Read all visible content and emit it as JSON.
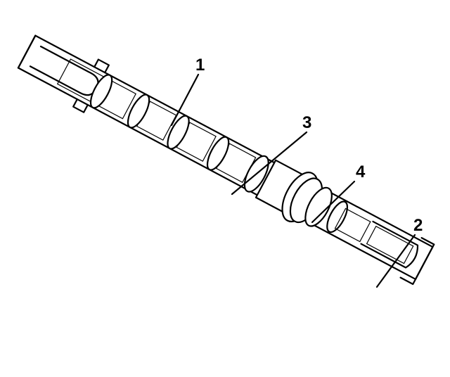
{
  "diagram": {
    "callouts": [
      {
        "id": "callout-1",
        "label": "1"
      },
      {
        "id": "callout-2",
        "label": "2"
      },
      {
        "id": "callout-3",
        "label": "3"
      },
      {
        "id": "callout-4",
        "label": "4"
      }
    ]
  }
}
